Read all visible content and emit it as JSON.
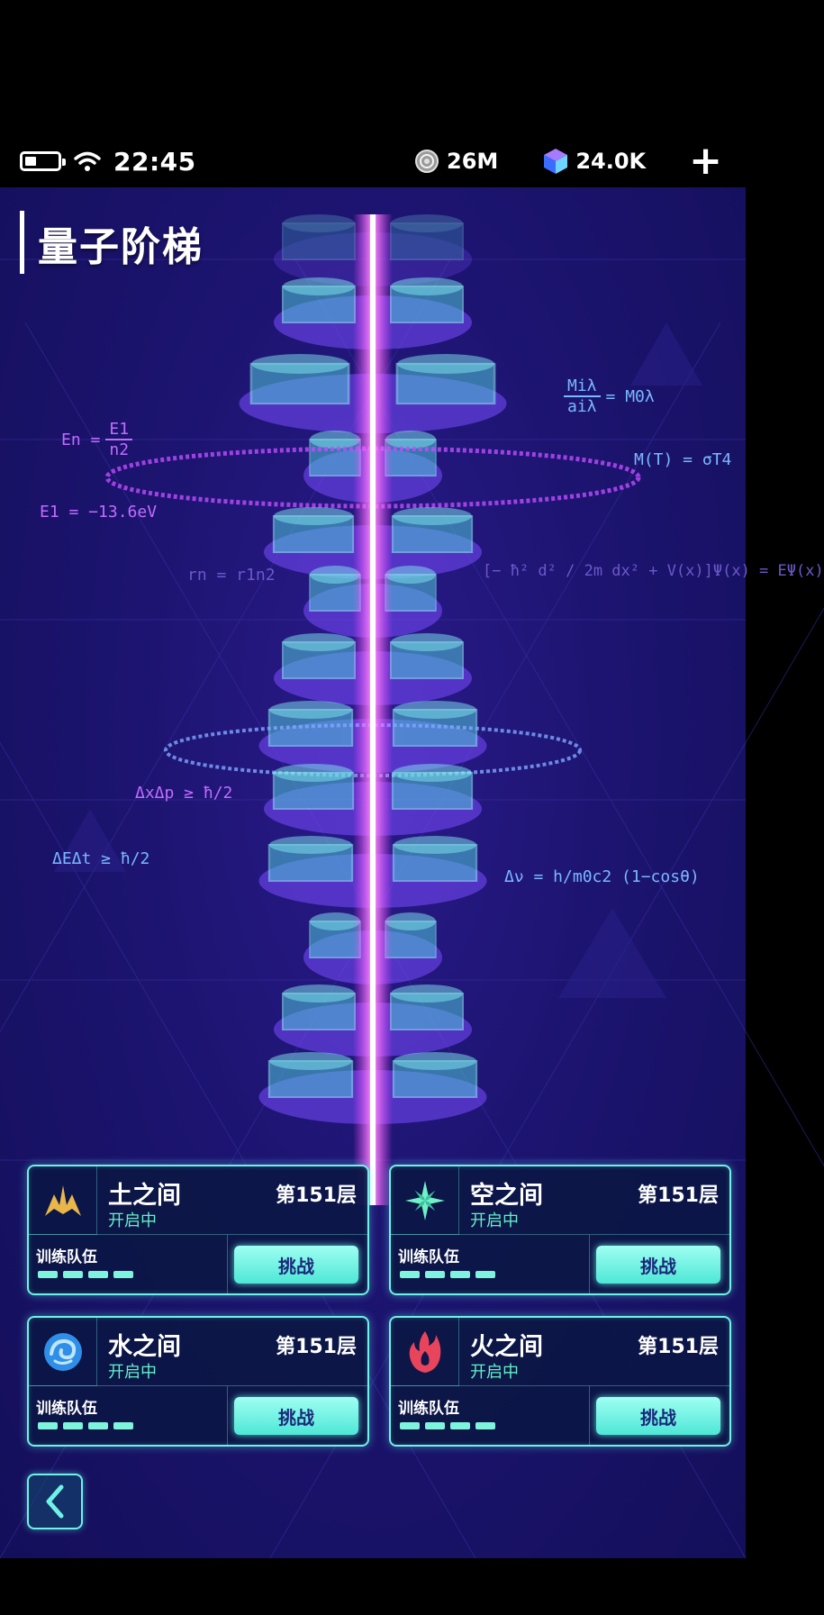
{
  "status_bar": {
    "time": "22:45",
    "coins": "26M",
    "gems": "24.0K",
    "add_label": "+"
  },
  "page": {
    "title": "量子阶梯"
  },
  "formulas": {
    "bohr_energy_lhs": "En =",
    "bohr_energy_num": "E1",
    "bohr_energy_den": "n2",
    "ground_energy": "E1 = −13.6eV",
    "bohr_radius": "rn = r1n2",
    "mass_frac_num": "Miλ",
    "mass_frac_den": "aiλ",
    "mass_frac_rhs": "= M0λ",
    "stefan": "M(T) = σT4",
    "schrodinger": "[− ħ² d² / 2m dx² + V(x)]Ψ(x) = EΨ(x)",
    "uncertainty_xp": "ΔxΔp ≥ ħ/2",
    "uncertainty_et": "ΔEΔt ≥ ħ/2",
    "compton": "Δν = h/m0c2 (1−cosθ)"
  },
  "cards": [
    {
      "name": "土之间",
      "status": "开启中",
      "floor": "第151层",
      "team_label": "训练队伍",
      "button": "挑战",
      "icon": "earth-icon"
    },
    {
      "name": "空之间",
      "status": "开启中",
      "floor": "第151层",
      "team_label": "训练队伍",
      "button": "挑战",
      "icon": "air-icon"
    },
    {
      "name": "水之间",
      "status": "开启中",
      "floor": "第151层",
      "team_label": "训练队伍",
      "button": "挑战",
      "icon": "water-icon"
    },
    {
      "name": "火之间",
      "status": "开启中",
      "floor": "第151层",
      "team_label": "训练队伍",
      "button": "挑战",
      "icon": "fire-icon"
    }
  ],
  "colors": {
    "accent_cyan": "#6ff2e6",
    "background": "#1c1470",
    "beam": "#ff6cff",
    "formula_purple": "#c26bff"
  }
}
